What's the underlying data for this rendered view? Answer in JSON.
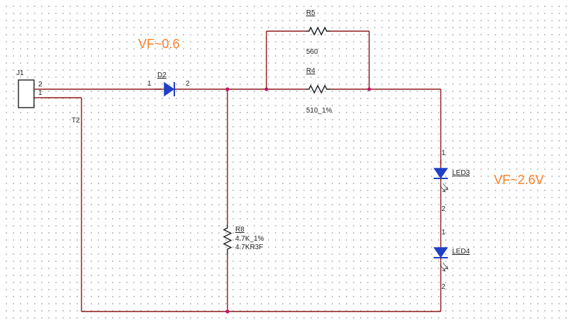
{
  "connector": {
    "ref": "J1",
    "pin_top": "2",
    "pin_bottom": "1",
    "net": "T2"
  },
  "diode": {
    "ref": "D2",
    "pin_anode": "1",
    "pin_cathode": "2"
  },
  "r5": {
    "ref": "R5",
    "value": "560"
  },
  "r4": {
    "ref": "R4",
    "value": "510_1%"
  },
  "r8": {
    "ref": "R8",
    "value": "4.7K_1%",
    "part": "4.7KR3F"
  },
  "led3": {
    "ref": "LED3",
    "pin_top": "1",
    "pin_bottom": "2"
  },
  "led4": {
    "ref": "LED4",
    "pin_top": "1",
    "pin_bottom": "2"
  },
  "notes": {
    "diode_vf": "VF~0.6",
    "led_vf": "VF~2.6V"
  },
  "colors": {
    "wire": "#8b1a1a",
    "diode": "#1f3fc7",
    "junction": "#c0136e",
    "annotation": "#ff7f27"
  }
}
